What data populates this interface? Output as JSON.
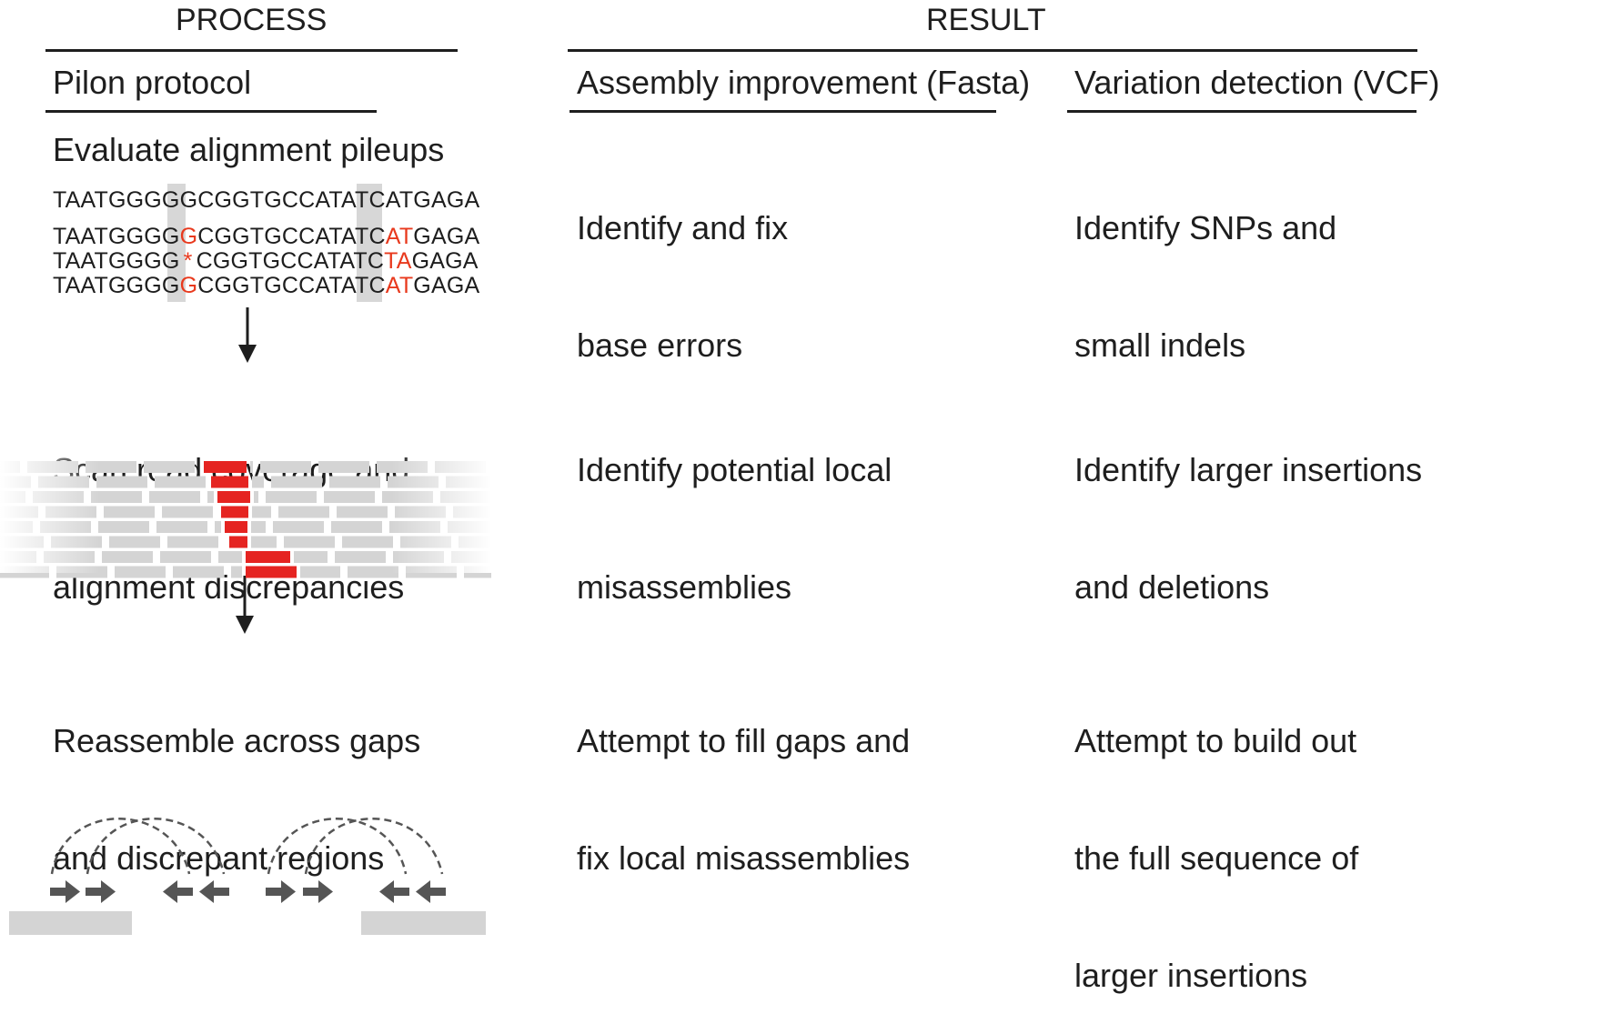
{
  "headers": {
    "process": "PROCESS",
    "result": "RESULT"
  },
  "columns": {
    "process": "Pilon protocol",
    "fasta": "Assembly improvement (Fasta)",
    "vcf": "Variation detection (VCF)"
  },
  "rows": [
    {
      "process": "Evaluate alignment pileups",
      "fasta": [
        "Identify and fix",
        "base errors"
      ],
      "vcf": [
        "Identify SNPs and",
        "small indels"
      ]
    },
    {
      "process": [
        "Scan read coverage and",
        "alignment discrepancies"
      ],
      "fasta": [
        "Identify potential local",
        "misassemblies"
      ],
      "vcf": [
        "Identify larger insertions",
        "and deletions"
      ]
    },
    {
      "process": [
        "Reassemble across gaps",
        "and discrepant regions"
      ],
      "fasta": [
        "Attempt to fill gaps and",
        "fix local misassemblies"
      ],
      "vcf": [
        "Attempt to build out",
        "the full sequence of",
        "larger insertions"
      ]
    }
  ],
  "pileup": {
    "reference": [
      "TAATGGGG",
      "G",
      "CGGTGCCATATC",
      "AT",
      "GAGA"
    ],
    "reads": [
      [
        "TAATGGGG",
        "G",
        "CGGTGCCATATC",
        "AT",
        "GAGA"
      ],
      [
        "TAATGGGG",
        "*",
        "CGGTGCCATATC",
        "TA",
        "GAGA"
      ],
      [
        "TAATGGGG",
        "G",
        "CGGTGCCATATC",
        "AT",
        "GAGA"
      ]
    ]
  },
  "colors": {
    "mismatch": "#e8391d",
    "read": "#d4d4d4",
    "discrepant_read": "#e52421",
    "arrow": "#555555"
  }
}
